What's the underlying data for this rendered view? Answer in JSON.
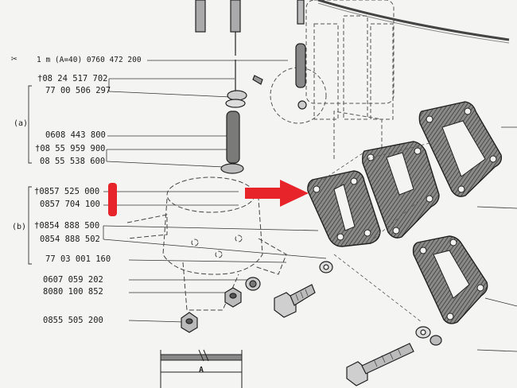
{
  "labels": {
    "top_ref": "1 m (A=40) 0760 472 200",
    "p1": "†08 24 517 702",
    "p2": "77 00 506 297",
    "p3": "0608 443 800",
    "p4": "†08 55 959 900",
    "p5": "08 55 538 600",
    "p6": "†0857 525 000",
    "p7": "0857 704 100",
    "p8": "†0854 888 500",
    "p9": "0854 888 502",
    "p10": "77 03 001 160",
    "p11": "0607 059 202",
    "p12": "8080 100 852",
    "p13": "0855 505 200"
  },
  "groups": {
    "a": "(a)",
    "b": "(b)"
  },
  "scissors_symbol": "✂",
  "dimension_label": "A",
  "colors": {
    "highlight": "#e8242b",
    "ink": "#222222",
    "paper": "#f4f4f2"
  }
}
